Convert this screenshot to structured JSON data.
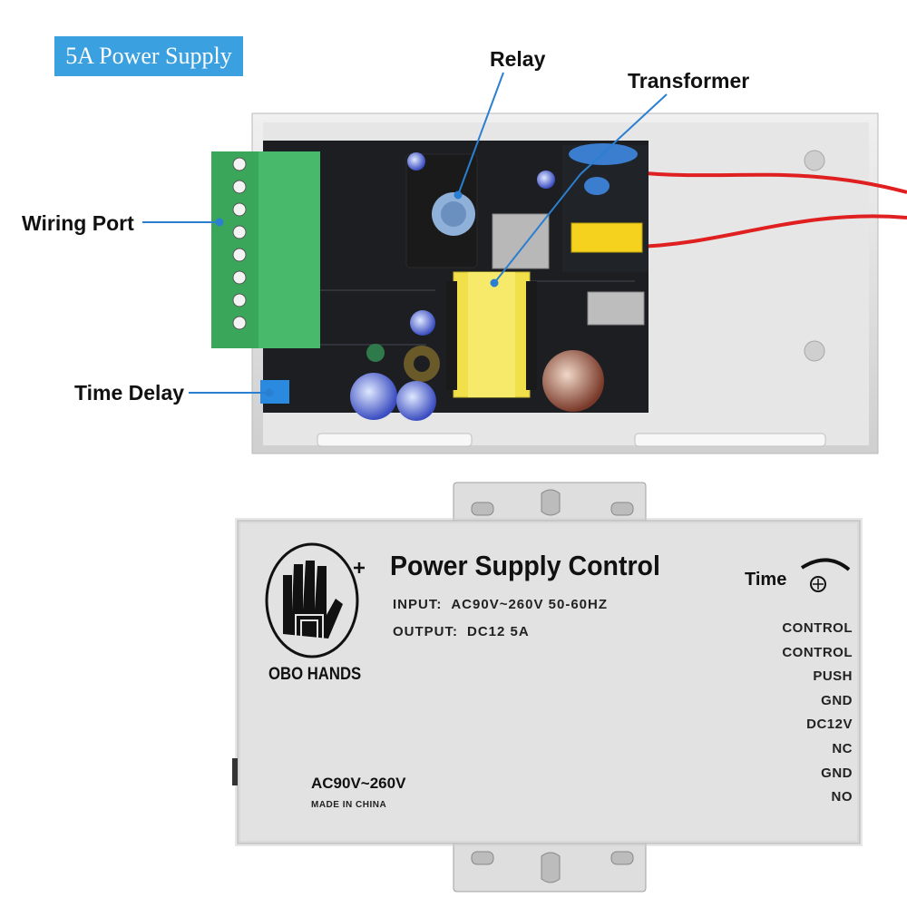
{
  "badge": "5A Power Supply",
  "callouts": {
    "relay": "Relay",
    "transformer": "Transformer",
    "wiring_port": "Wiring Port",
    "time_delay": "Time Delay"
  },
  "lid": {
    "title": "Power Supply Control",
    "input_label": "INPUT:",
    "input_value": "AC90V~260V 50-60HZ",
    "output_label": "OUTPUT:",
    "output_value": "DC12 5A",
    "brand": "OBO HANDS",
    "rating": "AC90V~260V",
    "made_in": "MADE IN CHINA",
    "time_label": "Time",
    "terminals": [
      "CONTROL",
      "CONTROL",
      "PUSH",
      "GND",
      "DC12V",
      "NC",
      "GND",
      "NO"
    ]
  },
  "colors": {
    "badge": "#3aa0e0",
    "leader": "#2b7fd1",
    "pcb": "#1c1e22",
    "terminal_block": "#3aa65a",
    "enclosure": "#dcdcdc",
    "transformer": "#f2e04a",
    "wire": "#e02020"
  }
}
